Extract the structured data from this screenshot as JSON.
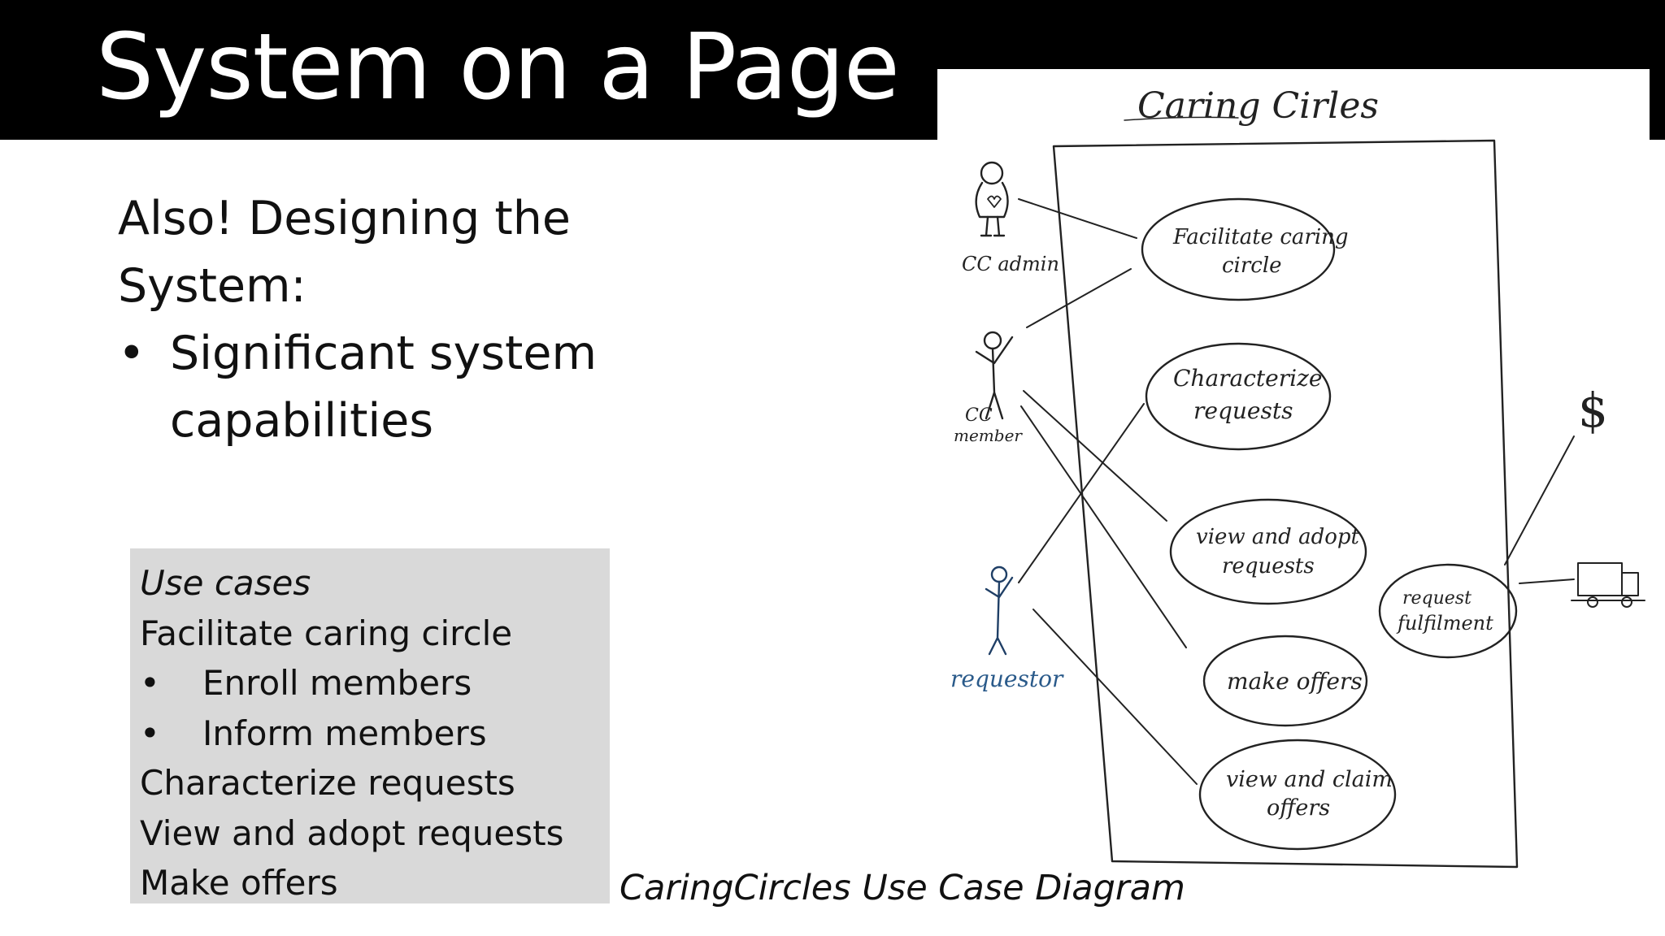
{
  "slide": {
    "title": "System on a Page",
    "intro_line1": "Also! Designing the",
    "intro_line2": "System:",
    "bullet_symbol": "•",
    "bullet_line1": "Significant system",
    "bullet_line2": "capabilities"
  },
  "use_cases": {
    "heading": "Use cases",
    "items": [
      {
        "text": "Facilitate caring circle",
        "bullet": ""
      },
      {
        "text": "Enroll members",
        "bullet": "•"
      },
      {
        "text": "Inform members",
        "bullet": "•"
      },
      {
        "text": "Characterize requests",
        "bullet": ""
      },
      {
        "text": "View and adopt requests",
        "bullet": ""
      },
      {
        "text": "Make offers",
        "bullet": ""
      }
    ]
  },
  "diagram": {
    "system_name": "Caring Cirles",
    "actors": {
      "cc_admin": "CC admin",
      "cc_member_line1": "CC",
      "cc_member_line2": "member",
      "requestor": "requestor",
      "money": "$"
    },
    "use_cases": {
      "facilitate_l1": "Facilitate caring",
      "facilitate_l2": "circle",
      "characterize_l1": "Characterize",
      "characterize_l2": "requests",
      "view_adopt_l1": "view and adopt",
      "view_adopt_l2": "requests",
      "make_offers": "make offers",
      "view_claim_l1": "view and claim",
      "view_claim_l2": "offers",
      "request_fulfilment_l1": "request",
      "request_fulfilment_l2": "fulfilment"
    },
    "requestor_label_color": "#2a5a8a"
  },
  "caption": "CaringCircles Use Case Diagram"
}
